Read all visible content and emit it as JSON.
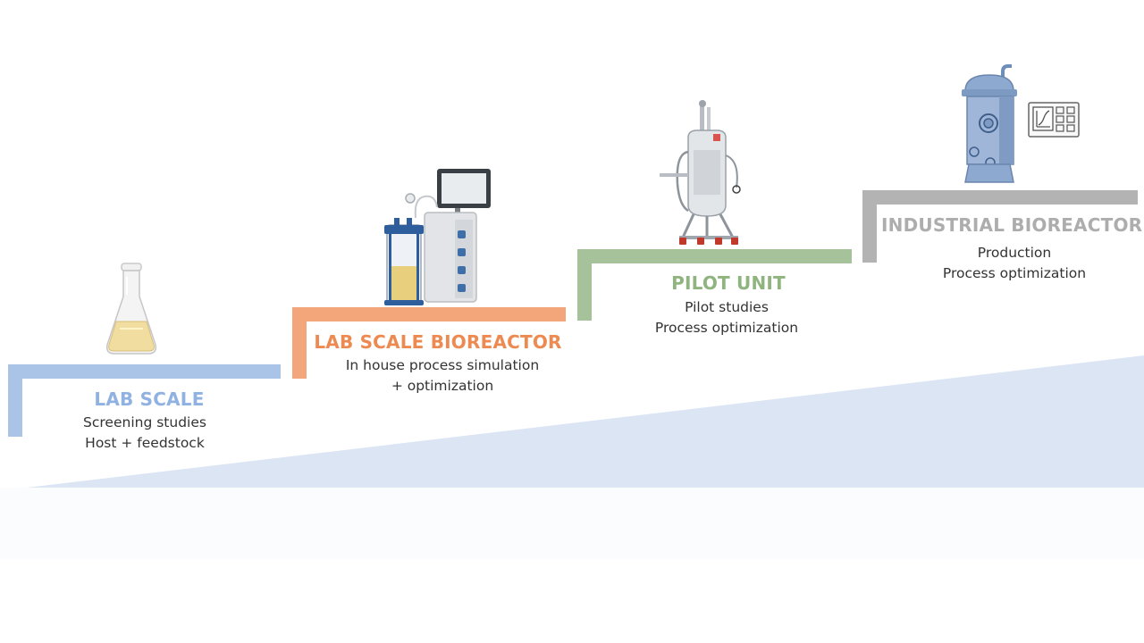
{
  "colors": {
    "lab_scale": "#a9c4e6",
    "lab_scale_bioreactor": "#f3a67a",
    "pilot_unit": "#a5c29a",
    "industrial_bioreactor": "#b3b3b3",
    "ramp": "#dbe5f4",
    "lab_scale_title": "#8fb2e2",
    "lab_scale_bioreactor_title": "#ed8a51",
    "pilot_unit_title": "#8fb47f",
    "industrial_bioreactor_title": "#adadad"
  },
  "stages": [
    {
      "id": "lab-scale",
      "title": "LAB SCALE",
      "lines": [
        "Screening studies",
        "Host + feedstock"
      ],
      "icon": "erlenmeyer-flask-icon"
    },
    {
      "id": "lab-scale-bioreactor",
      "title": "LAB SCALE BIOREACTOR",
      "lines": [
        "In house process simulation",
        "+ optimization"
      ],
      "icon": "benchtop-bioreactor-icon"
    },
    {
      "id": "pilot-unit",
      "title": "PILOT UNIT",
      "lines": [
        "Pilot studies",
        "Process optimization"
      ],
      "icon": "pilot-bioreactor-icon"
    },
    {
      "id": "industrial-bioreactor",
      "title": "INDUSTRIAL BIOREACTOR",
      "lines": [
        "Production",
        "Process optimization"
      ],
      "icon": "industrial-tank-icon"
    }
  ]
}
